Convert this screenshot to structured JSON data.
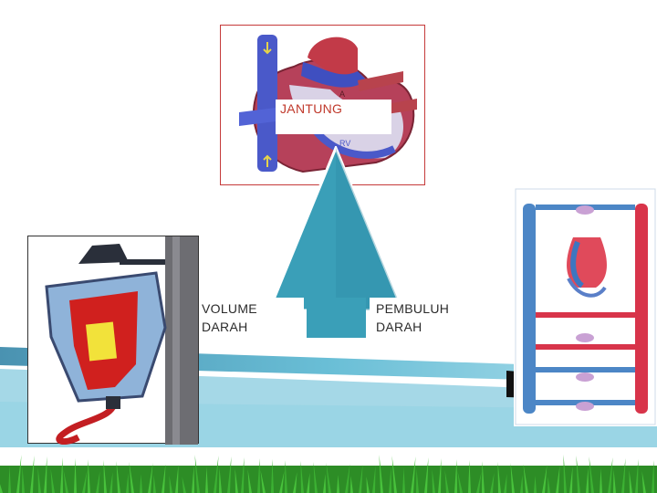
{
  "diagram": {
    "top_label": "JANTUNG",
    "left_label_line1": "VOLUME",
    "left_label_line2": "DARAH",
    "right_label_line1": "PEMBULUH",
    "right_label_line2": "DARAH"
  },
  "heart_image": {
    "label_rv": "RV",
    "label_a": "A"
  },
  "colors": {
    "label_top": "#c0392b",
    "label_side": "#2b2b2b",
    "triangle": "#3a9fb8",
    "band": "#2f8fb0",
    "grass": "#2e9e2a"
  },
  "icons": {
    "iv_bag": "iv-bag-icon",
    "heart": "heart-anatomy-icon",
    "circulation": "circulation-chart-icon"
  }
}
